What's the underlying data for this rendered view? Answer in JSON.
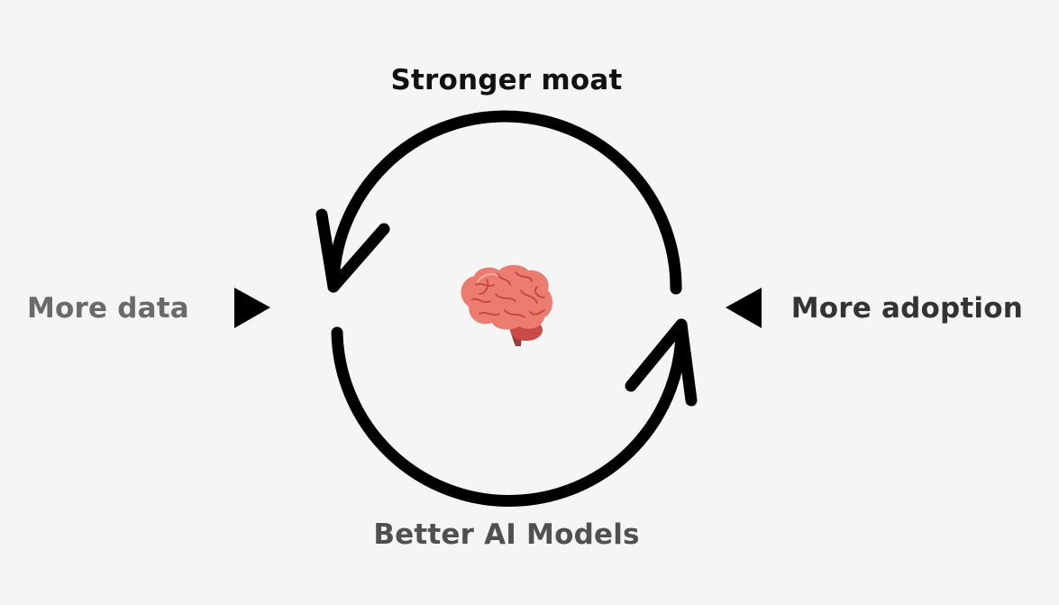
{
  "labels": {
    "top": "Stronger moat",
    "left": "More data",
    "right": "More adoption",
    "bottom": "Better AI Models"
  },
  "center_icon": "brain-icon",
  "colors": {
    "background": "#f5f5f5",
    "arrow": "#000000",
    "top_label": "#111111",
    "left_label": "#6a6a6a",
    "right_label": "#333333",
    "bottom_label": "#505050",
    "brain": "#e8766c"
  }
}
